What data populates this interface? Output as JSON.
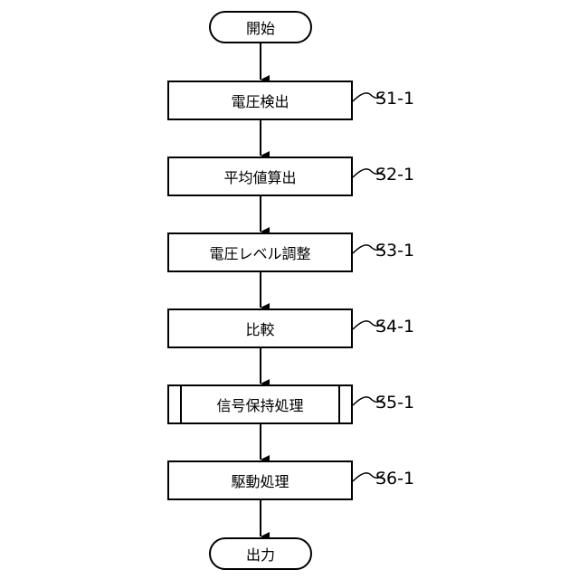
{
  "flowchart": {
    "start": {
      "label": "開始"
    },
    "steps": [
      {
        "label": "電圧検出",
        "step_id": "S1-1",
        "kind": "process"
      },
      {
        "label": "平均値算出",
        "step_id": "S2-1",
        "kind": "process"
      },
      {
        "label": "電圧レベル調整",
        "step_id": "S3-1",
        "kind": "process"
      },
      {
        "label": "比較",
        "step_id": "S4-1",
        "kind": "process"
      },
      {
        "label": "信号保持処理",
        "step_id": "S5-1",
        "kind": "predefined-process"
      },
      {
        "label": "駆動処理",
        "step_id": "S6-1",
        "kind": "process"
      }
    ],
    "end": {
      "label": "出力"
    }
  }
}
